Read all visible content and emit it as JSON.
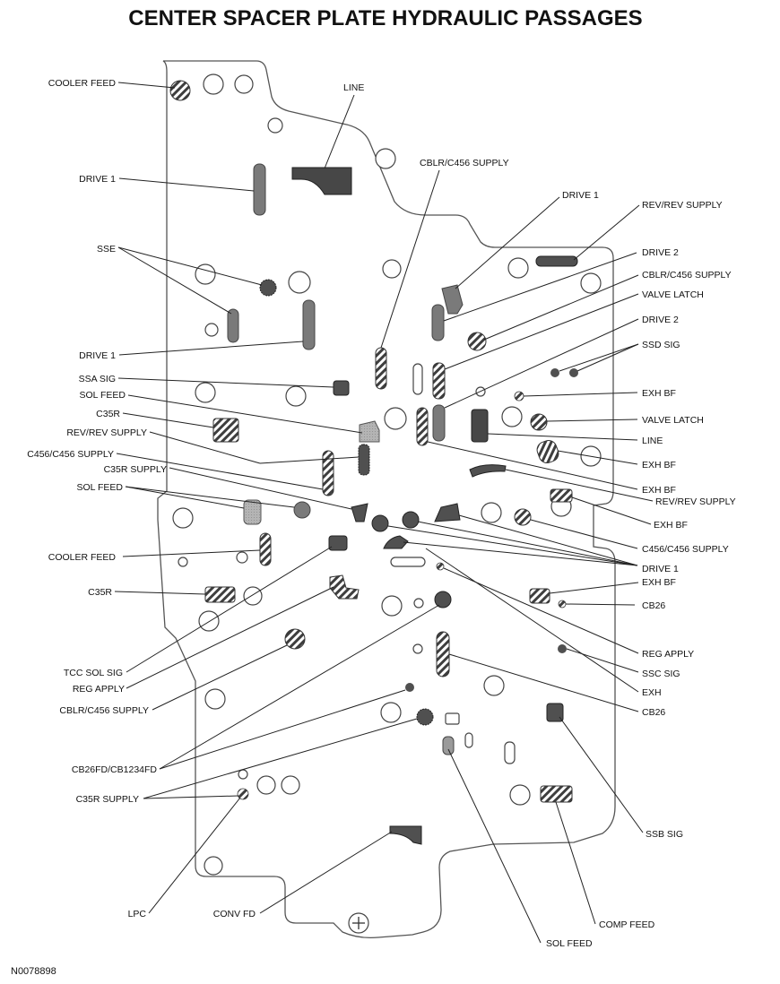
{
  "title": "CENTER SPACER PLATE HYDRAULIC PASSAGES",
  "figure_id": "N0078898",
  "colors": {
    "solid": "#505050",
    "medium": "#7a7a7a",
    "light": "#b4b4b4",
    "stripe": "#3e3e3e"
  },
  "labels": {
    "cooler_feed_top": "COOLER FEED",
    "line_top": "LINE",
    "cblr_supply_top": "CBLR/C456 SUPPLY",
    "drive1_left_top": "DRIVE 1",
    "sse": "SSE",
    "drive1_left_mid": "DRIVE 1",
    "ssa_sig": "SSA SIG",
    "sol_feed_left": "SOL FEED",
    "c35r_left": "C35R",
    "rev_supply_left": "REV/REV SUPPLY",
    "c456_supply_left": "C456/C456 SUPPLY",
    "c35r_supply_left": "C35R SUPPLY",
    "sol_feed_left2": "SOL FEED",
    "cooler_feed_left": "COOLER FEED",
    "c35r_left2": "C35R",
    "tcc_sol_sig": "TCC SOL SIG",
    "reg_apply_left": "REG APPLY",
    "cblr_supply_left": "CBLR/C456 SUPPLY",
    "cb26fd": "CB26FD/CB1234FD",
    "c35r_supply_bottom": "C35R SUPPLY",
    "lpc": "LPC",
    "conv_fd": "CONV FD",
    "sol_feed_bottom": "SOL FEED",
    "comp_feed": "COMP FEED",
    "drive1_right_top": "DRIVE 1",
    "rev_supply_right_top": "REV/REV SUPPLY",
    "drive2_a": "DRIVE 2",
    "cblr_supply_right": "CBLR/C456 SUPPLY",
    "valve_latch_a": "VALVE LATCH",
    "drive2_b": "DRIVE 2",
    "ssd_sig": "SSD SIG",
    "exh_bf_1": "EXH BF",
    "valve_latch_b": "VALVE LATCH",
    "line_right": "LINE",
    "exh_bf_2": "EXH BF",
    "exh_bf_3": "EXH BF",
    "rev_supply_right_mid": "REV/REV SUPPLY",
    "exh_bf_4": "EXH BF",
    "c456_supply_right": "C456/C456 SUPPLY",
    "drive1_right_mid": "DRIVE 1",
    "exh_bf_5": "EXH BF",
    "cb26_a": "CB26",
    "reg_apply_right": "REG APPLY",
    "ssc_sig": "SSC SIG",
    "exh": "EXH",
    "cb26_b": "CB26",
    "ssb_sig": "SSB SIG"
  }
}
